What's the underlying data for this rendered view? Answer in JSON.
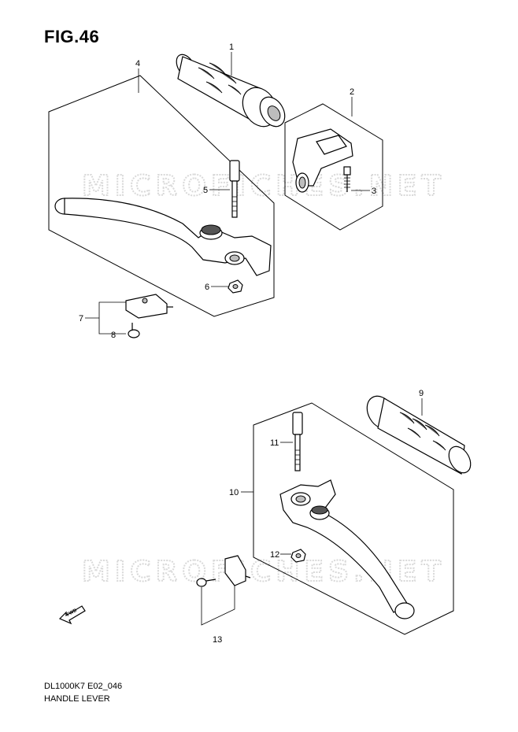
{
  "header": {
    "figure_label": "FIG.46"
  },
  "footer": {
    "model_code": "DL1000K7 E02_046",
    "section_name": "HANDLE LEVER"
  },
  "watermarks": [
    "MICROFICHES.NET",
    "MICROFICHES.NET"
  ],
  "direction_arrow": {
    "label": "FWD"
  },
  "callouts": [
    "1",
    "2",
    "3",
    "4",
    "5",
    "6",
    "7",
    "8",
    "9",
    "10",
    "11",
    "12",
    "13"
  ]
}
